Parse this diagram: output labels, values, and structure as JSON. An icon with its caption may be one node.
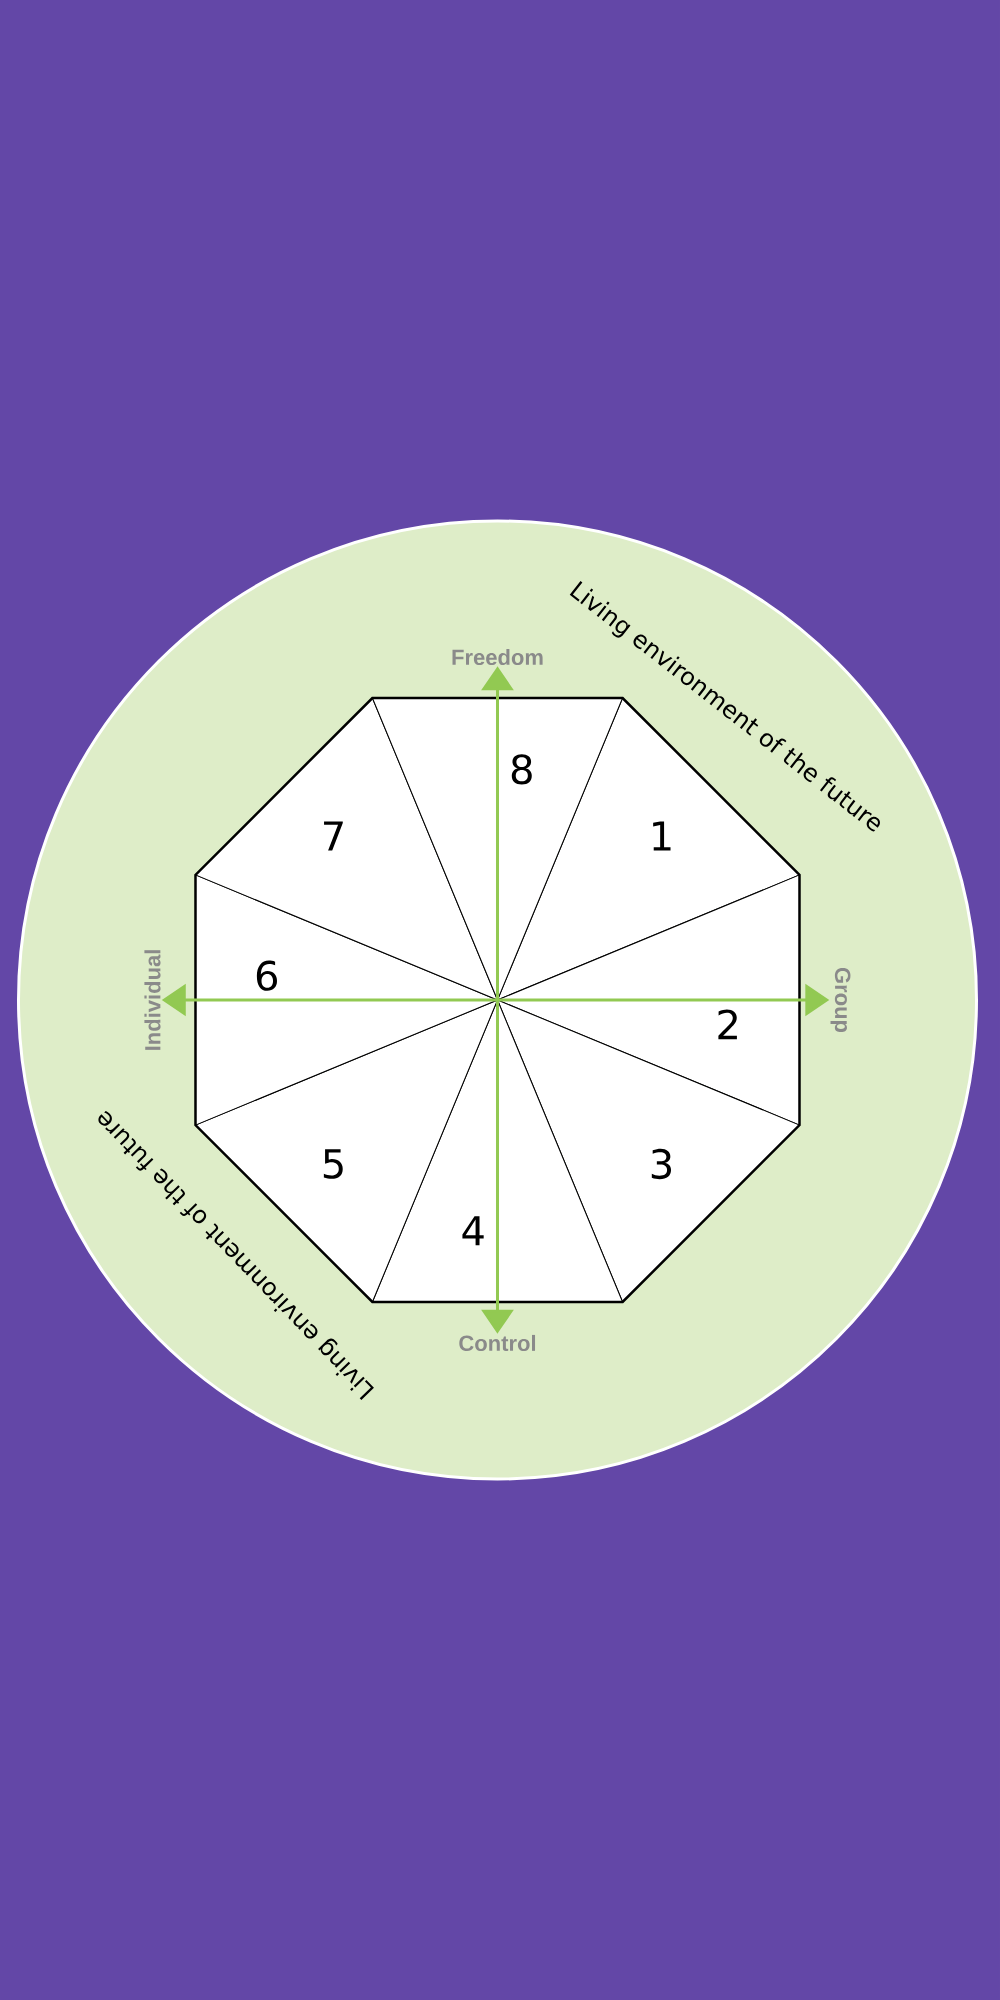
{
  "diagram": {
    "nodes": [
      {
        "text": [
          "1"
        ]
      },
      {
        "text": [
          "2"
        ]
      },
      {
        "text": [
          "3"
        ]
      },
      {
        "text": [
          "4"
        ]
      },
      {
        "text": [
          "5"
        ]
      },
      {
        "text": [
          "6"
        ]
      },
      {
        "text": [
          "7"
        ]
      },
      {
        "text": [
          "8"
        ]
      },
      {
        "text": [
          "Freedom"
        ]
      },
      {
        "text": [
          "Individual"
        ]
      },
      {
        "text": [
          "Group"
        ]
      },
      {
        "text": [
          "Control"
        ]
      }
    ],
    "edges": [
      {
        "from": 11,
        "to": 8,
        "arrow": "both"
      },
      {
        "from": 9,
        "to": 10,
        "arrow": "both"
      }
    ],
    "labels": [
      "Living environment of the future",
      "Living environment of the future"
    ]
  }
}
